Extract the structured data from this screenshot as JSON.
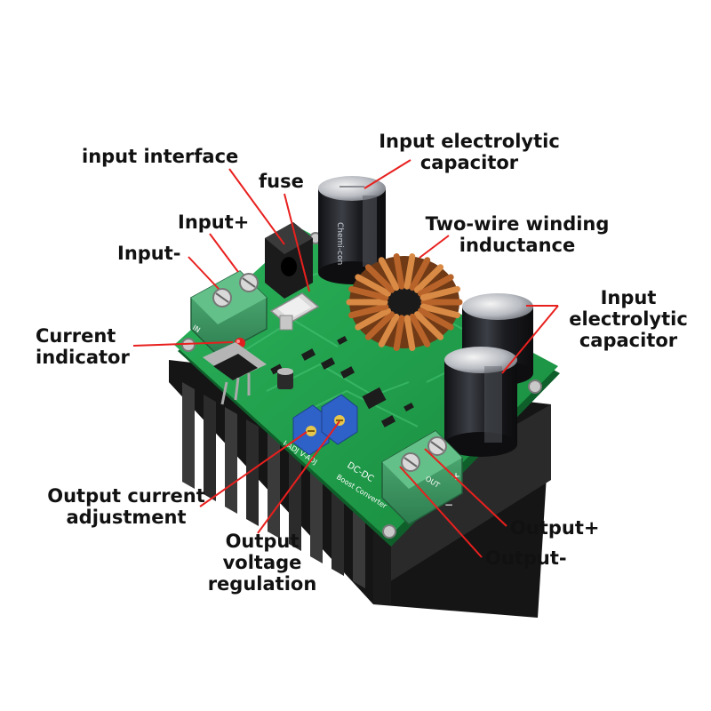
{
  "colors": {
    "label_text": "#111111",
    "leader_line": "#e8201e",
    "pcb_green": "#1f9a48",
    "heatsink": "#1e1e1e",
    "terminal_green": "#3e9a63",
    "trimmer_blue": "#2f62c8",
    "copper": "#b8632a",
    "capacitor_body": "#24262b"
  },
  "labels": {
    "input_interface": "input interface",
    "fuse": "fuse",
    "input_plus": "Input+",
    "input_minus": "Input-",
    "input_cap_top": [
      "Input electrolytic",
      "capacitor"
    ],
    "inductance": [
      "Two-wire winding",
      "inductance"
    ],
    "input_cap_right": [
      "Input",
      "electrolytic",
      "capacitor"
    ],
    "current_indicator": [
      "Current",
      "indicator"
    ],
    "output_current_adj": [
      "Output current",
      "adjustment"
    ],
    "output_voltage_reg": [
      "Output",
      "voltage",
      "regulation"
    ],
    "output_plus": "Output+",
    "output_minus": "Output-"
  },
  "board_print": {
    "capacitor_brand": "Chemi-con",
    "module_name": [
      "DC-DC",
      "Boost Converter"
    ],
    "adjust_marks": "I-ADJ  V-ADJ",
    "out_mark": "OUT",
    "in_mark": "IN",
    "polarity_plus": "+",
    "polarity_minus": "−"
  }
}
